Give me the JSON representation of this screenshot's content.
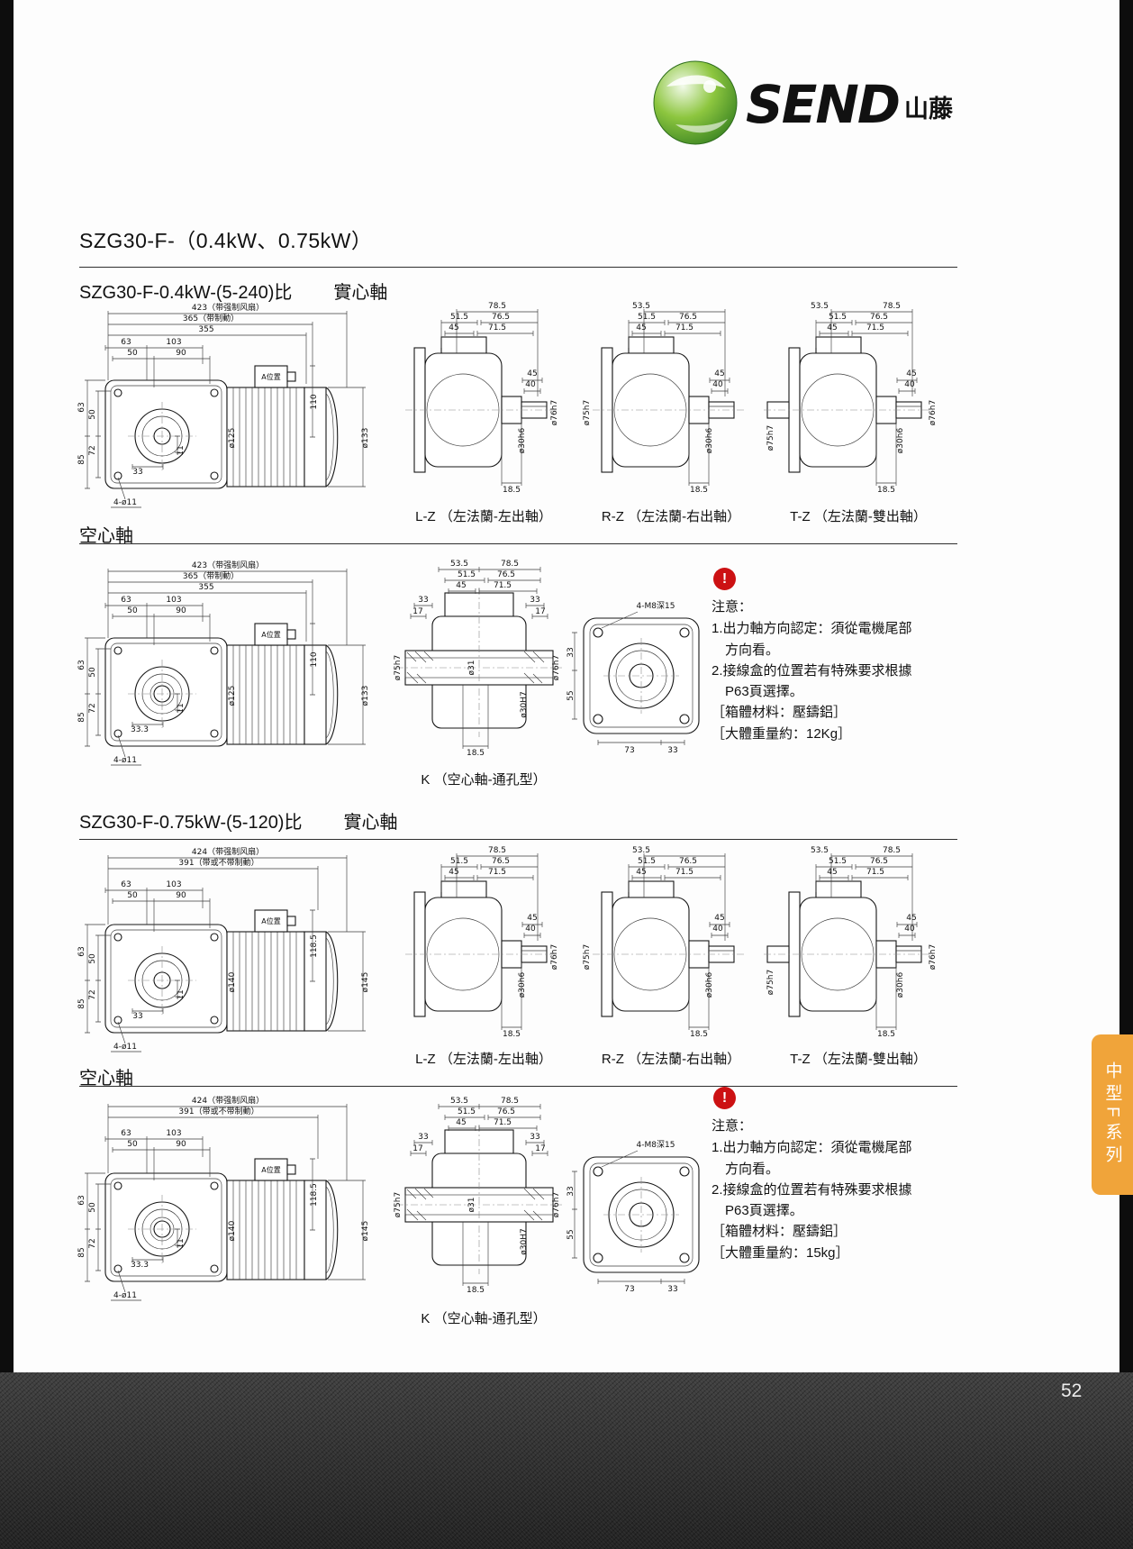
{
  "page_number": "52",
  "logo": {
    "brand": "SEND",
    "cjk": "山藤"
  },
  "title": "SZG30-F-（0.4kW、0.75kW）",
  "sections": {
    "s1_model": "SZG30-F-0.4kW-(5-240)比",
    "s1_shaft": "實心軸",
    "s1_hollow": "空心軸",
    "s2_model": "SZG30-F-0.75kW-(5-120)比",
    "s2_shaft": "實心軸",
    "s2_hollow": "空心軸"
  },
  "captions": {
    "lz": "L-Z （左法蘭-左出軸）",
    "rz": "R-Z （左法蘭-右出軸）",
    "tz": "T-Z （左法蘭-雙出軸）",
    "k": "K （空心軸-通孔型）"
  },
  "notes_04": {
    "warn": "!",
    "heading": "注意：",
    "lines": [
      "1.出力軸方向認定：須從電機尾部",
      "　方向看。",
      "2.接線盒的位置若有特殊要求根據",
      "　P63頁選擇。",
      "［箱體材料：壓鑄鋁］",
      "［大體重量約：12Kg］"
    ]
  },
  "notes_075": {
    "warn": "!",
    "heading": "注意：",
    "lines": [
      "1.出力軸方向認定：須從電機尾部",
      "　方向看。",
      "2.接線盒的位置若有特殊要求根據",
      "　P63頁選擇。",
      "［箱體材料：壓鑄鋁］",
      "［大體重量約：15kg］"
    ]
  },
  "side_tab": {
    "label": "中型F系列",
    "color": "#f0a43a"
  },
  "labels": {
    "mainA": [
      [
        "423（带强制风扇）",
        168,
        10
      ],
      [
        "365（带制動）",
        149,
        22
      ],
      [
        "355",
        144,
        34
      ],
      [
        "63",
        55,
        48
      ],
      [
        "103",
        108,
        48
      ],
      [
        "50",
        62,
        60
      ],
      [
        "90",
        116,
        60
      ],
      [
        "A位置",
        216,
        87,
        0,
        8
      ],
      [
        "110",
        266,
        112,
        -90
      ],
      [
        "ø125",
        175,
        152,
        -90
      ],
      [
        "ø133",
        323,
        152,
        -90
      ],
      [
        "63",
        8,
        118,
        -90
      ],
      [
        "50",
        20,
        126,
        -90
      ],
      [
        "85",
        8,
        176,
        -90
      ],
      [
        "72",
        20,
        166,
        -90
      ],
      [
        "33",
        68,
        192
      ],
      [
        "11",
        118,
        166,
        -90
      ],
      [
        "4-ø11",
        54,
        226
      ]
    ],
    "mainB": [
      [
        "423（带强制风扇）",
        168,
        10
      ],
      [
        "365（带制動）",
        149,
        22
      ],
      [
        "355",
        144,
        34
      ],
      [
        "63",
        55,
        48
      ],
      [
        "103",
        108,
        48
      ],
      [
        "50",
        62,
        60
      ],
      [
        "90",
        116,
        60
      ],
      [
        "A位置",
        216,
        87,
        0,
        8
      ],
      [
        "110",
        266,
        112,
        -90
      ],
      [
        "ø125",
        175,
        152,
        -90
      ],
      [
        "ø133",
        323,
        152,
        -90
      ],
      [
        "63",
        8,
        118,
        -90
      ],
      [
        "50",
        20,
        126,
        -90
      ],
      [
        "85",
        8,
        176,
        -90
      ],
      [
        "72",
        20,
        166,
        -90
      ],
      [
        "33.3",
        70,
        192
      ],
      [
        "11",
        118,
        166,
        -90
      ],
      [
        "4-ø11",
        54,
        226
      ]
    ],
    "mainC": [
      [
        "424（带强制风扇）",
        168,
        10
      ],
      [
        "391（带或不带制動）",
        158,
        22
      ],
      [
        "63",
        55,
        46
      ],
      [
        "103",
        108,
        46
      ],
      [
        "50",
        62,
        58
      ],
      [
        "90",
        116,
        58
      ],
      [
        "A位置",
        216,
        87,
        0,
        8
      ],
      [
        "118.5",
        266,
        112,
        -90
      ],
      [
        "ø140",
        175,
        152,
        -90
      ],
      [
        "ø145",
        323,
        152,
        -90
      ],
      [
        "63",
        8,
        118,
        -90
      ],
      [
        "50",
        20,
        126,
        -90
      ],
      [
        "85",
        8,
        176,
        -90
      ],
      [
        "72",
        20,
        166,
        -90
      ],
      [
        "33",
        68,
        192
      ],
      [
        "11",
        118,
        166,
        -90
      ],
      [
        "4-ø11",
        54,
        226
      ]
    ],
    "mainD": [
      [
        "424（带强制风扇）",
        168,
        10
      ],
      [
        "391（带或不带制動）",
        158,
        22
      ],
      [
        "63",
        55,
        46
      ],
      [
        "103",
        108,
        46
      ],
      [
        "50",
        62,
        58
      ],
      [
        "90",
        116,
        58
      ],
      [
        "A位置",
        216,
        87,
        0,
        8
      ],
      [
        "118.5",
        266,
        112,
        -90
      ],
      [
        "ø140",
        175,
        152,
        -90
      ],
      [
        "ø145",
        323,
        152,
        -90
      ],
      [
        "63",
        8,
        118,
        -90
      ],
      [
        "50",
        20,
        126,
        -90
      ],
      [
        "85",
        8,
        176,
        -90
      ],
      [
        "72",
        20,
        166,
        -90
      ],
      [
        "33.3",
        70,
        192
      ],
      [
        "11",
        118,
        166,
        -90
      ],
      [
        "4-ø11",
        54,
        226
      ]
    ],
    "lzA": [
      [
        "78.5",
        120,
        8
      ],
      [
        "51.5",
        78,
        20
      ],
      [
        "76.5",
        124,
        20
      ],
      [
        "45",
        72,
        32
      ],
      [
        "71.5",
        120,
        32
      ],
      [
        "45",
        159,
        83
      ],
      [
        "40",
        157,
        95
      ],
      [
        "ø76h7",
        186,
        124,
        -90
      ],
      [
        "ø30h6",
        150,
        155,
        -90
      ],
      [
        "18.5",
        136,
        212
      ]
    ],
    "rzA": [
      [
        "53.5",
        72,
        8
      ],
      [
        "51.5",
        78,
        20
      ],
      [
        "76.5",
        124,
        20
      ],
      [
        "45",
        72,
        32
      ],
      [
        "71.5",
        120,
        32
      ],
      [
        "45",
        159,
        83
      ],
      [
        "40",
        157,
        95
      ],
      [
        "ø75h7",
        14,
        124,
        -90
      ],
      [
        "ø30h6",
        150,
        155,
        -90
      ],
      [
        "18.5",
        136,
        212
      ]
    ],
    "tzA": [
      [
        "53.5",
        62,
        8
      ],
      [
        "78.5",
        142,
        8
      ],
      [
        "51.5",
        82,
        20
      ],
      [
        "76.5",
        128,
        20
      ],
      [
        "45",
        76,
        32
      ],
      [
        "71.5",
        124,
        32
      ],
      [
        "45",
        164,
        83
      ],
      [
        "40",
        162,
        95
      ],
      [
        "ø75h7",
        10,
        152,
        -90
      ],
      [
        "ø76h7",
        190,
        124,
        -90
      ],
      [
        "ø30h6",
        154,
        155,
        -90
      ],
      [
        "18.5",
        136,
        212
      ]
    ],
    "lzC": [
      [
        "78.5",
        120,
        8
      ],
      [
        "51.5",
        78,
        20
      ],
      [
        "76.5",
        124,
        20
      ],
      [
        "45",
        72,
        32
      ],
      [
        "71.5",
        120,
        32
      ],
      [
        "45",
        159,
        83
      ],
      [
        "40",
        157,
        95
      ],
      [
        "ø76h7",
        186,
        124,
        -90
      ],
      [
        "ø30h6",
        150,
        155,
        -90
      ],
      [
        "18.5",
        136,
        212
      ]
    ],
    "rzC": [
      [
        "53.5",
        72,
        8
      ],
      [
        "51.5",
        78,
        20
      ],
      [
        "76.5",
        124,
        20
      ],
      [
        "45",
        72,
        32
      ],
      [
        "71.5",
        120,
        32
      ],
      [
        "45",
        159,
        83
      ],
      [
        "40",
        157,
        95
      ],
      [
        "ø75h7",
        14,
        124,
        -90
      ],
      [
        "ø30h6",
        150,
        155,
        -90
      ],
      [
        "18.5",
        136,
        212
      ]
    ],
    "tzC": [
      [
        "53.5",
        62,
        8
      ],
      [
        "78.5",
        142,
        8
      ],
      [
        "51.5",
        82,
        20
      ],
      [
        "76.5",
        128,
        20
      ],
      [
        "45",
        76,
        32
      ],
      [
        "71.5",
        124,
        32
      ],
      [
        "45",
        164,
        83
      ],
      [
        "40",
        162,
        95
      ],
      [
        "ø75h7",
        10,
        152,
        -90
      ],
      [
        "ø76h7",
        190,
        124,
        -90
      ],
      [
        "ø30h6",
        154,
        155,
        -90
      ],
      [
        "18.5",
        136,
        212
      ]
    ],
    "kB": [
      [
        "53.5",
        78,
        8
      ],
      [
        "78.5",
        134,
        8
      ],
      [
        "51.5",
        86,
        20
      ],
      [
        "76.5",
        130,
        20
      ],
      [
        "45",
        80,
        32
      ],
      [
        "71.5",
        126,
        32
      ],
      [
        "33",
        38,
        48
      ],
      [
        "17",
        32,
        61
      ],
      [
        "33",
        162,
        48
      ],
      [
        "17",
        168,
        61
      ],
      [
        "ø75h7",
        12,
        121,
        -90
      ],
      [
        "ø31",
        94,
        121,
        -90
      ],
      [
        "ø76h7",
        188,
        121,
        -90
      ],
      [
        "ø30H7",
        152,
        162,
        -90
      ],
      [
        "18.5",
        96,
        218
      ]
    ],
    "kD": [
      [
        "53.5",
        78,
        8
      ],
      [
        "78.5",
        134,
        8
      ],
      [
        "51.5",
        86,
        20
      ],
      [
        "76.5",
        130,
        20
      ],
      [
        "45",
        80,
        32
      ],
      [
        "71.5",
        126,
        32
      ],
      [
        "33",
        38,
        48
      ],
      [
        "17",
        32,
        61
      ],
      [
        "33",
        162,
        48
      ],
      [
        "17",
        168,
        61
      ],
      [
        "ø75h7",
        12,
        121,
        -90
      ],
      [
        "ø31",
        94,
        121,
        -90
      ],
      [
        "ø76h7",
        188,
        121,
        -90
      ],
      [
        "ø30H7",
        152,
        162,
        -90
      ],
      [
        "18.5",
        96,
        218
      ]
    ],
    "flangeB": [
      [
        "4-M8深15",
        100,
        11,
        0,
        9
      ],
      [
        "33",
        8,
        60,
        -90
      ],
      [
        "55",
        8,
        108,
        -90
      ],
      [
        "73",
        71,
        171
      ],
      [
        "33",
        119,
        171
      ]
    ],
    "flangeD": [
      [
        "4-M8深15",
        100,
        11,
        0,
        9
      ],
      [
        "33",
        8,
        60,
        -90
      ],
      [
        "55",
        8,
        108,
        -90
      ],
      [
        "73",
        71,
        171
      ],
      [
        "33",
        119,
        171
      ]
    ]
  }
}
